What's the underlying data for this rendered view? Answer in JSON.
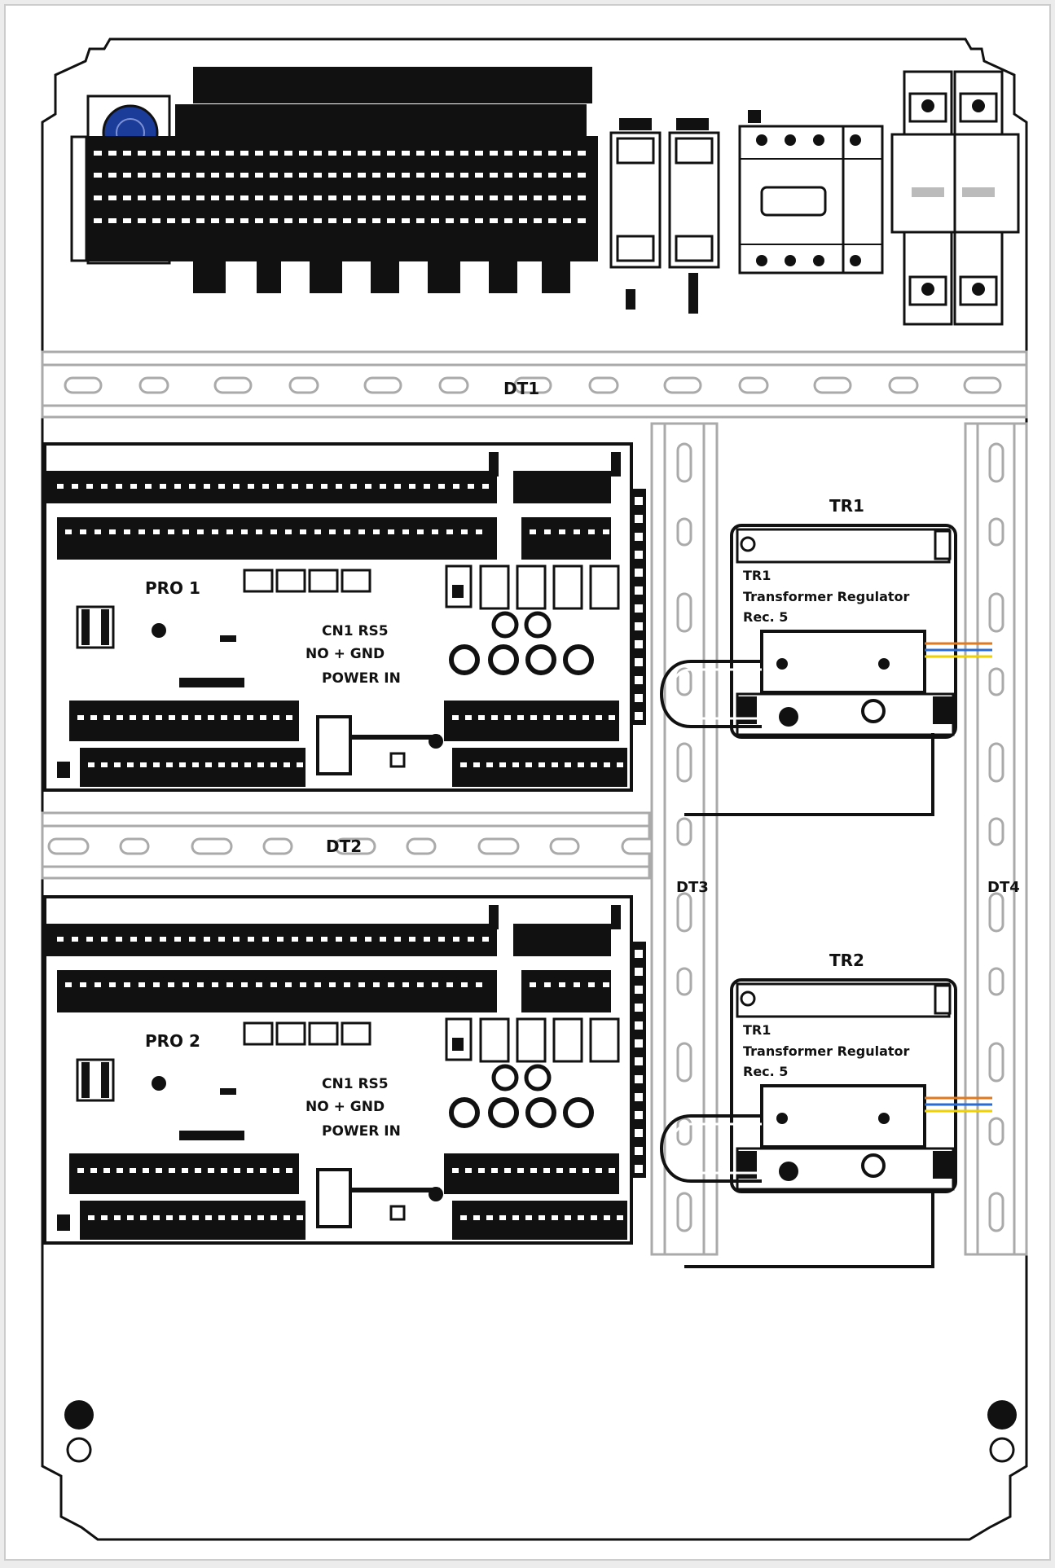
{
  "labels": {
    "din_rail_1": "DT1",
    "din_rail_2": "DT2",
    "din_rail_3": "DT3",
    "din_rail_4": "DT4",
    "board_1": "PRO 1",
    "board_2": "PRO 2",
    "transformer_1": "TR1",
    "transformer_2": "TR2"
  },
  "transformer": {
    "line1": "TR1",
    "line2": "Transformer Regulator",
    "line3": "Rec. 5"
  },
  "board_block": {
    "line1": "CN1 RS5",
    "line2": "NO + GND",
    "line3": "POWER IN"
  },
  "colors": {
    "line": "#111111",
    "panel": "#ffffff",
    "rail": "#aaaaaa",
    "knob": "#1c3c9a",
    "wire_orange": "#e07a1f",
    "wire_blue": "#2a6cd6",
    "wire_yellow": "#f0d000"
  }
}
